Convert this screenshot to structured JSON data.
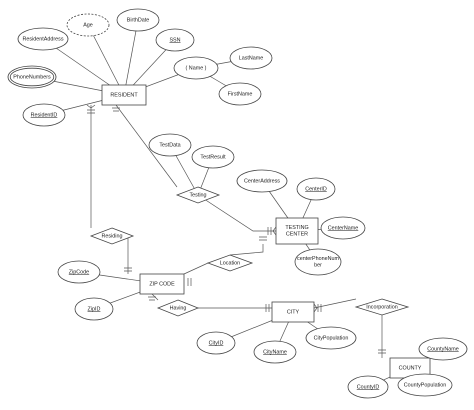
{
  "entities": [
    {
      "id": "resident",
      "label": "RESIDENT"
    },
    {
      "id": "zip",
      "label": "ZIP CODE"
    },
    {
      "id": "city",
      "label": "CITY"
    },
    {
      "id": "county",
      "label": "COUNTY"
    },
    {
      "id": "testing_center",
      "label": "TESTING CENTER",
      "lines": [
        "TESTING",
        "CENTER"
      ]
    }
  ],
  "relationships": [
    {
      "id": "residing",
      "label": "Residing"
    },
    {
      "id": "testing",
      "label": "Testing"
    },
    {
      "id": "location",
      "label": "Location"
    },
    {
      "id": "having",
      "label": "Having"
    },
    {
      "id": "incorporation",
      "label": "Incorporation"
    }
  ],
  "attributes": [
    {
      "id": "age",
      "label": "Age",
      "kind": "derived"
    },
    {
      "id": "birthdate",
      "label": "BirthDate",
      "kind": "simple"
    },
    {
      "id": "residentaddress",
      "label": "ResidentAddress",
      "kind": "simple"
    },
    {
      "id": "ssn",
      "label": "SSN",
      "kind": "key"
    },
    {
      "id": "name",
      "label": "( Name )",
      "kind": "composite"
    },
    {
      "id": "lastname",
      "label": "LastName",
      "kind": "simple"
    },
    {
      "id": "firstname",
      "label": "FirstName",
      "kind": "simple"
    },
    {
      "id": "phonenumbers",
      "label": "PhoneNumbers",
      "kind": "multivalued"
    },
    {
      "id": "residentid",
      "label": "ResidentID",
      "kind": "key"
    },
    {
      "id": "testdata",
      "label": "TestData",
      "kind": "simple"
    },
    {
      "id": "testresult",
      "label": "TestResult",
      "kind": "simple"
    },
    {
      "id": "centeraddress",
      "label": "CenterAddress",
      "kind": "simple"
    },
    {
      "id": "centerid",
      "label": "CenterID",
      "kind": "key"
    },
    {
      "id": "centername",
      "label": "CenterName",
      "kind": "key"
    },
    {
      "id": "centerphone",
      "label": "centerPhoneNumber",
      "kind": "simple",
      "lines": [
        "centerPhoneNum",
        "ber"
      ]
    },
    {
      "id": "zipcode",
      "label": "ZipCode",
      "kind": "key"
    },
    {
      "id": "zipid",
      "label": "ZipID",
      "kind": "key"
    },
    {
      "id": "cityid",
      "label": "CityID",
      "kind": "key"
    },
    {
      "id": "cityname",
      "label": "CityName",
      "kind": "key"
    },
    {
      "id": "citypopulation",
      "label": "CityPopulation",
      "kind": "simple"
    },
    {
      "id": "countyname",
      "label": "CountyName",
      "kind": "key"
    },
    {
      "id": "countyid",
      "label": "CountyID",
      "kind": "key"
    },
    {
      "id": "countypopulation",
      "label": "CountyPopulation",
      "kind": "simple"
    }
  ],
  "connections": [
    {
      "from": "resident",
      "to": "age"
    },
    {
      "from": "resident",
      "to": "birthdate"
    },
    {
      "from": "resident",
      "to": "residentaddress"
    },
    {
      "from": "resident",
      "to": "ssn"
    },
    {
      "from": "resident",
      "to": "name"
    },
    {
      "from": "name",
      "to": "lastname"
    },
    {
      "from": "name",
      "to": "firstname"
    },
    {
      "from": "resident",
      "to": "phonenumbers"
    },
    {
      "from": "resident",
      "to": "residentid"
    },
    {
      "from": "resident",
      "to": "residing"
    },
    {
      "from": "residing",
      "to": "zip"
    },
    {
      "from": "resident",
      "to": "testing"
    },
    {
      "from": "testing",
      "to": "testdata"
    },
    {
      "from": "testing",
      "to": "testresult"
    },
    {
      "from": "testing",
      "to": "testing_center"
    },
    {
      "from": "testing_center",
      "to": "centeraddress"
    },
    {
      "from": "testing_center",
      "to": "centerid"
    },
    {
      "from": "testing_center",
      "to": "centername"
    },
    {
      "from": "testing_center",
      "to": "centerphone"
    },
    {
      "from": "testing_center",
      "to": "location"
    },
    {
      "from": "location",
      "to": "zip"
    },
    {
      "from": "zip",
      "to": "zipcode"
    },
    {
      "from": "zip",
      "to": "zipid"
    },
    {
      "from": "zip",
      "to": "having"
    },
    {
      "from": "having",
      "to": "city"
    },
    {
      "from": "city",
      "to": "cityid"
    },
    {
      "from": "city",
      "to": "cityname"
    },
    {
      "from": "city",
      "to": "citypopulation"
    },
    {
      "from": "city",
      "to": "incorporation"
    },
    {
      "from": "incorporation",
      "to": "county"
    },
    {
      "from": "county",
      "to": "countyname"
    },
    {
      "from": "county",
      "to": "countyid"
    },
    {
      "from": "county",
      "to": "countypopulation"
    }
  ]
}
